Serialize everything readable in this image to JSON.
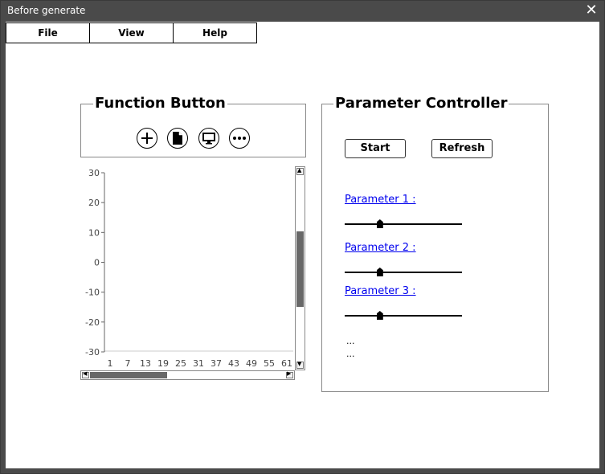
{
  "window": {
    "title": "Before generate",
    "close_glyph": "✕"
  },
  "menubar": {
    "items": [
      "File",
      "View",
      "Help"
    ]
  },
  "function_panel": {
    "title": "Function Button",
    "buttons": [
      "plus-icon",
      "document-icon",
      "monitor-icon",
      "more-icon"
    ]
  },
  "chart_data": {
    "type": "line",
    "x_ticks": [
      "1",
      "7",
      "13",
      "19",
      "25",
      "31",
      "37",
      "43",
      "49",
      "55",
      "61"
    ],
    "y_ticks": [
      "30",
      "20",
      "10",
      "0",
      "-10",
      "-20",
      "-30"
    ],
    "ylim": [
      -30,
      30
    ],
    "series": []
  },
  "scrollbars": {
    "vertical_up": "▲",
    "vertical_down": "▼",
    "horizontal_left": "◀",
    "horizontal_right": "▶"
  },
  "parameter_panel": {
    "title": "Parameter Controller",
    "start_label": "Start",
    "refresh_label": "Refresh",
    "parameters": [
      {
        "label": "Parameter 1 :",
        "value_fraction": 0.3
      },
      {
        "label": "Parameter 2 :",
        "value_fraction": 0.3
      },
      {
        "label": "Parameter 3 :",
        "value_fraction": 0.3
      }
    ],
    "ellipsis": [
      "...",
      "..."
    ]
  }
}
